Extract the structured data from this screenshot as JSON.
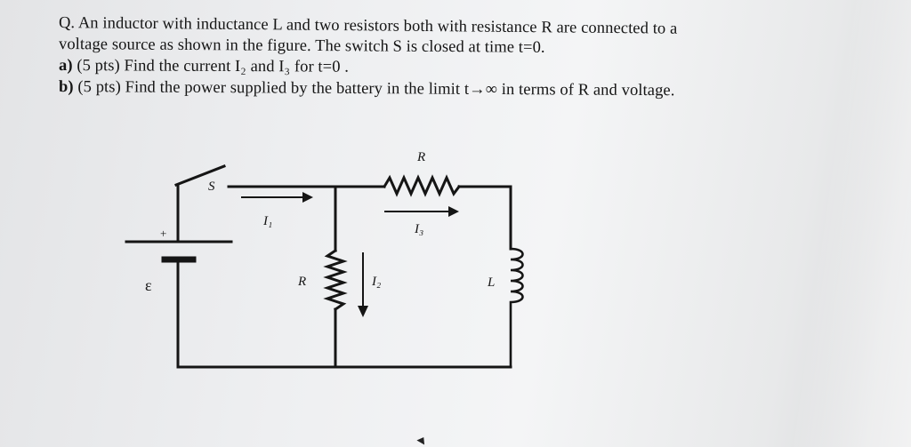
{
  "question": {
    "line1": "Q. An inductor with inductance L and two resistors both with resistance R are connected to a",
    "line2": "voltage source as shown in the figure. The switch S is closed at time t=0.",
    "line3_label": "a)",
    "line3_text": "(5 pts) Find the current I₂ and I₃ for t=0 .",
    "line4_label": "b)",
    "line4_text": "(5 pts) Find the power supplied by the battery in the limit t→∞ in terms of R and voltage."
  },
  "circuit": {
    "switch_label": "S",
    "plus_label": "+",
    "emf_label": "ε",
    "current1_label": "I₁",
    "top_resistor_label": "R",
    "current3_label": "I₃",
    "middle_resistor_label": "R",
    "current2_label": "I₂",
    "inductor_label": "L"
  }
}
